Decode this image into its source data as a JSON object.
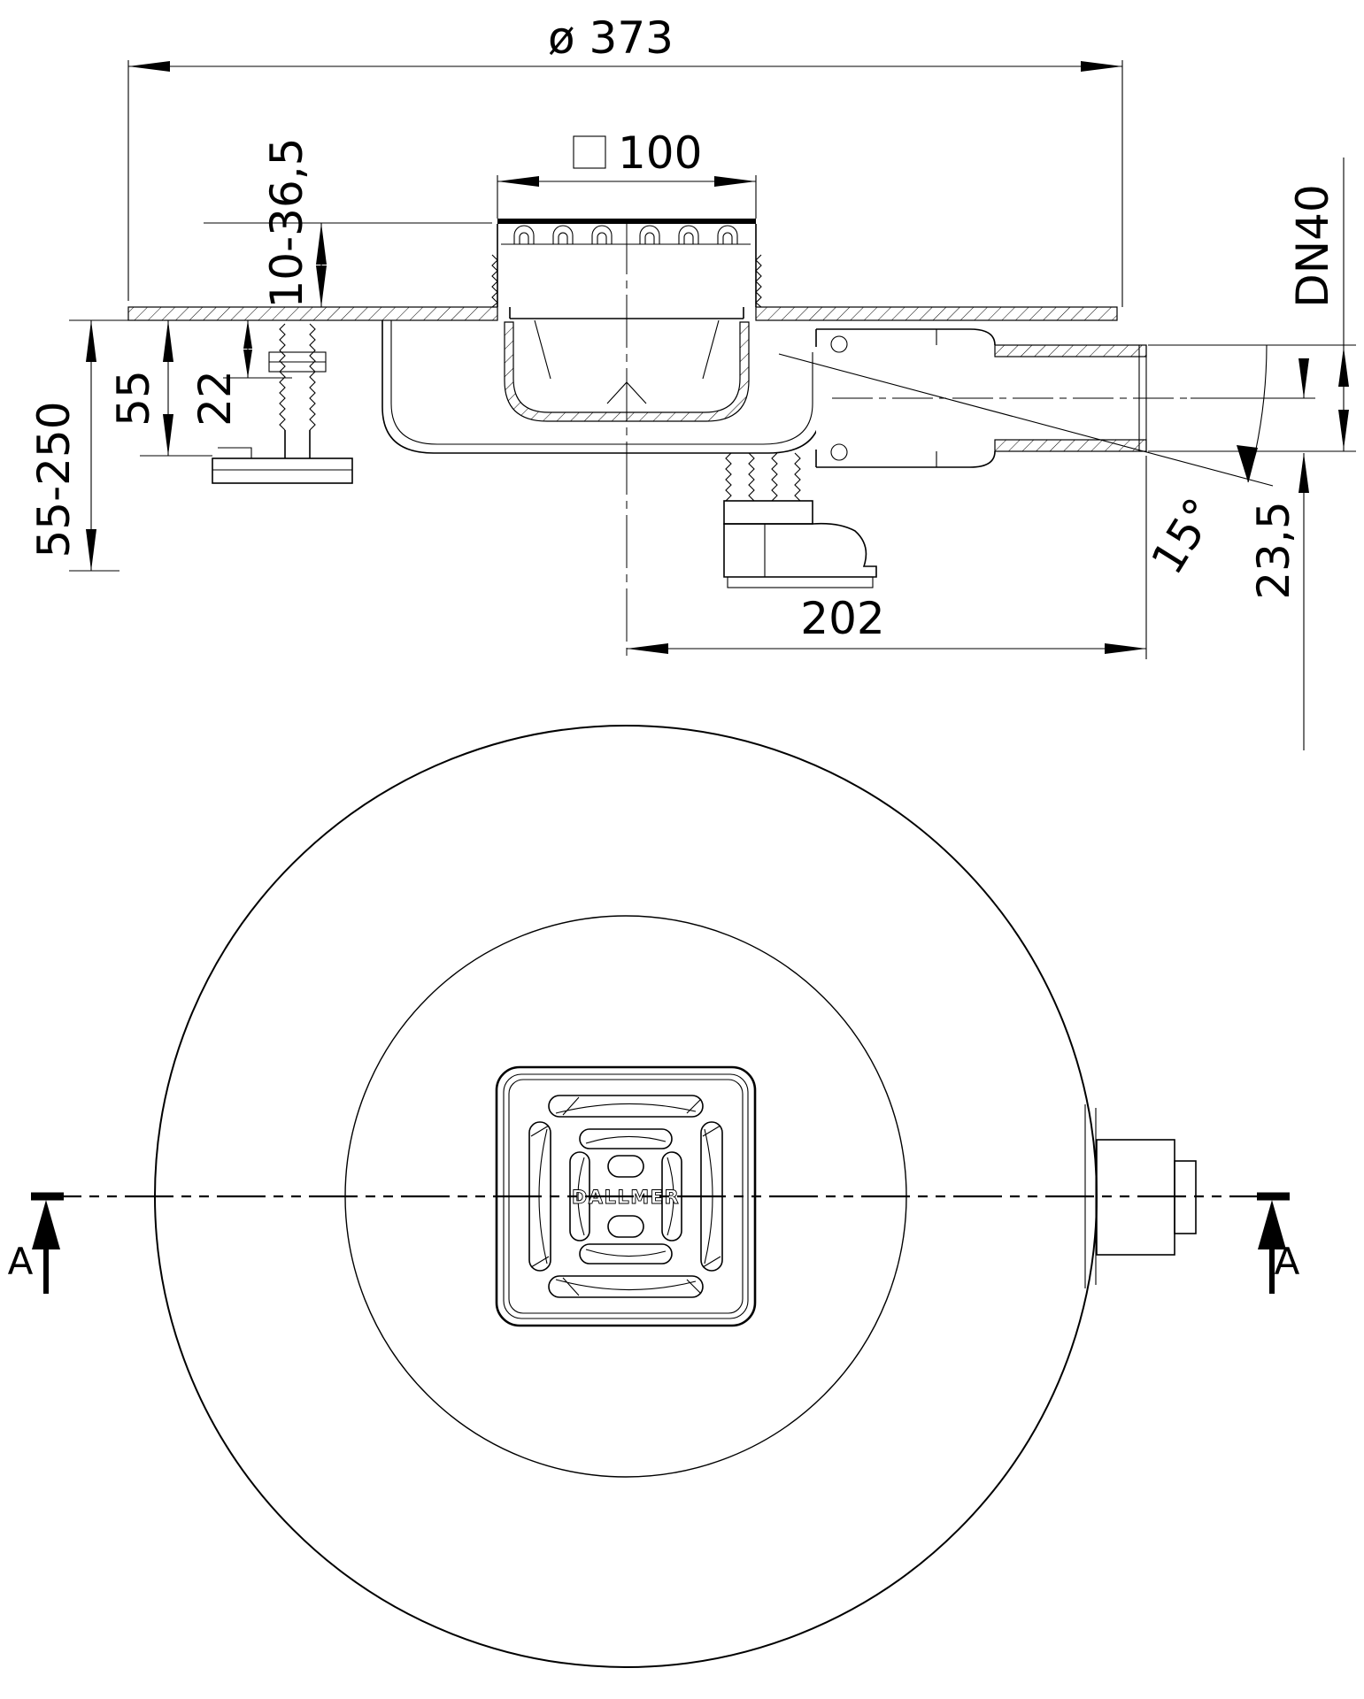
{
  "drawing": {
    "background": "#ffffff",
    "line_color": "#000000"
  },
  "section_view": {
    "dim_flange_diameter": "ø 373",
    "dim_grate_square": "100",
    "dim_tile_adjust": "10-36,5",
    "dim_body_depth": "55",
    "dim_inlet_depth": "22",
    "dim_install_height": "55-250",
    "outlet_size": "DN40",
    "dim_outlet_drop": "23,5",
    "dim_outlet_angle": "15°",
    "dim_outlet_length": "202"
  },
  "plan_view": {
    "logo": "DALLMER",
    "section_marker_left": "A",
    "section_marker_right": "A"
  }
}
